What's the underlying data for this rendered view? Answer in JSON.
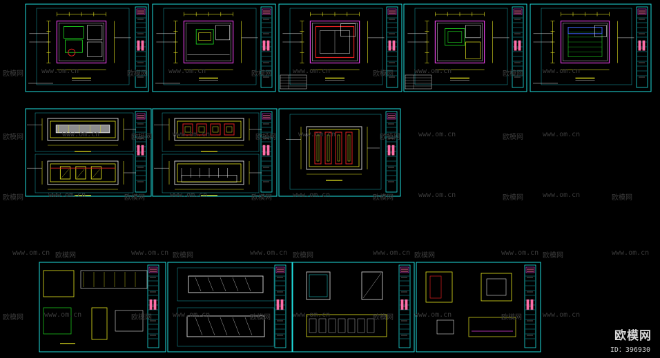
{
  "watermark": {
    "brand": "欧模网",
    "url": "www.om.cn"
  },
  "logo": {
    "text": "欧模网",
    "id_label": "ID：396930"
  },
  "colors": {
    "frame": "#20e0e0",
    "frame_dim": "#1aa8b0",
    "magenta": "#e040e0",
    "yellow": "#e8e820",
    "green": "#20e020",
    "red": "#e02020",
    "white": "#e0e0e0",
    "blue": "#4060ff",
    "pink": "#ff6fa8"
  },
  "sheet_rows": [
    {
      "row": 1,
      "sheets": [
        "floor-plan-1",
        "floor-plan-2",
        "ceiling-plan",
        "furniture-plan",
        "floor-finish-plan"
      ]
    },
    {
      "row": 2,
      "sheets": [
        "elevation-a-b",
        "elevation-c-d",
        "elevation-e"
      ]
    },
    {
      "row": 3,
      "sheets": [
        "detail-1",
        "detail-2",
        "detail-3",
        "detail-4"
      ]
    }
  ]
}
